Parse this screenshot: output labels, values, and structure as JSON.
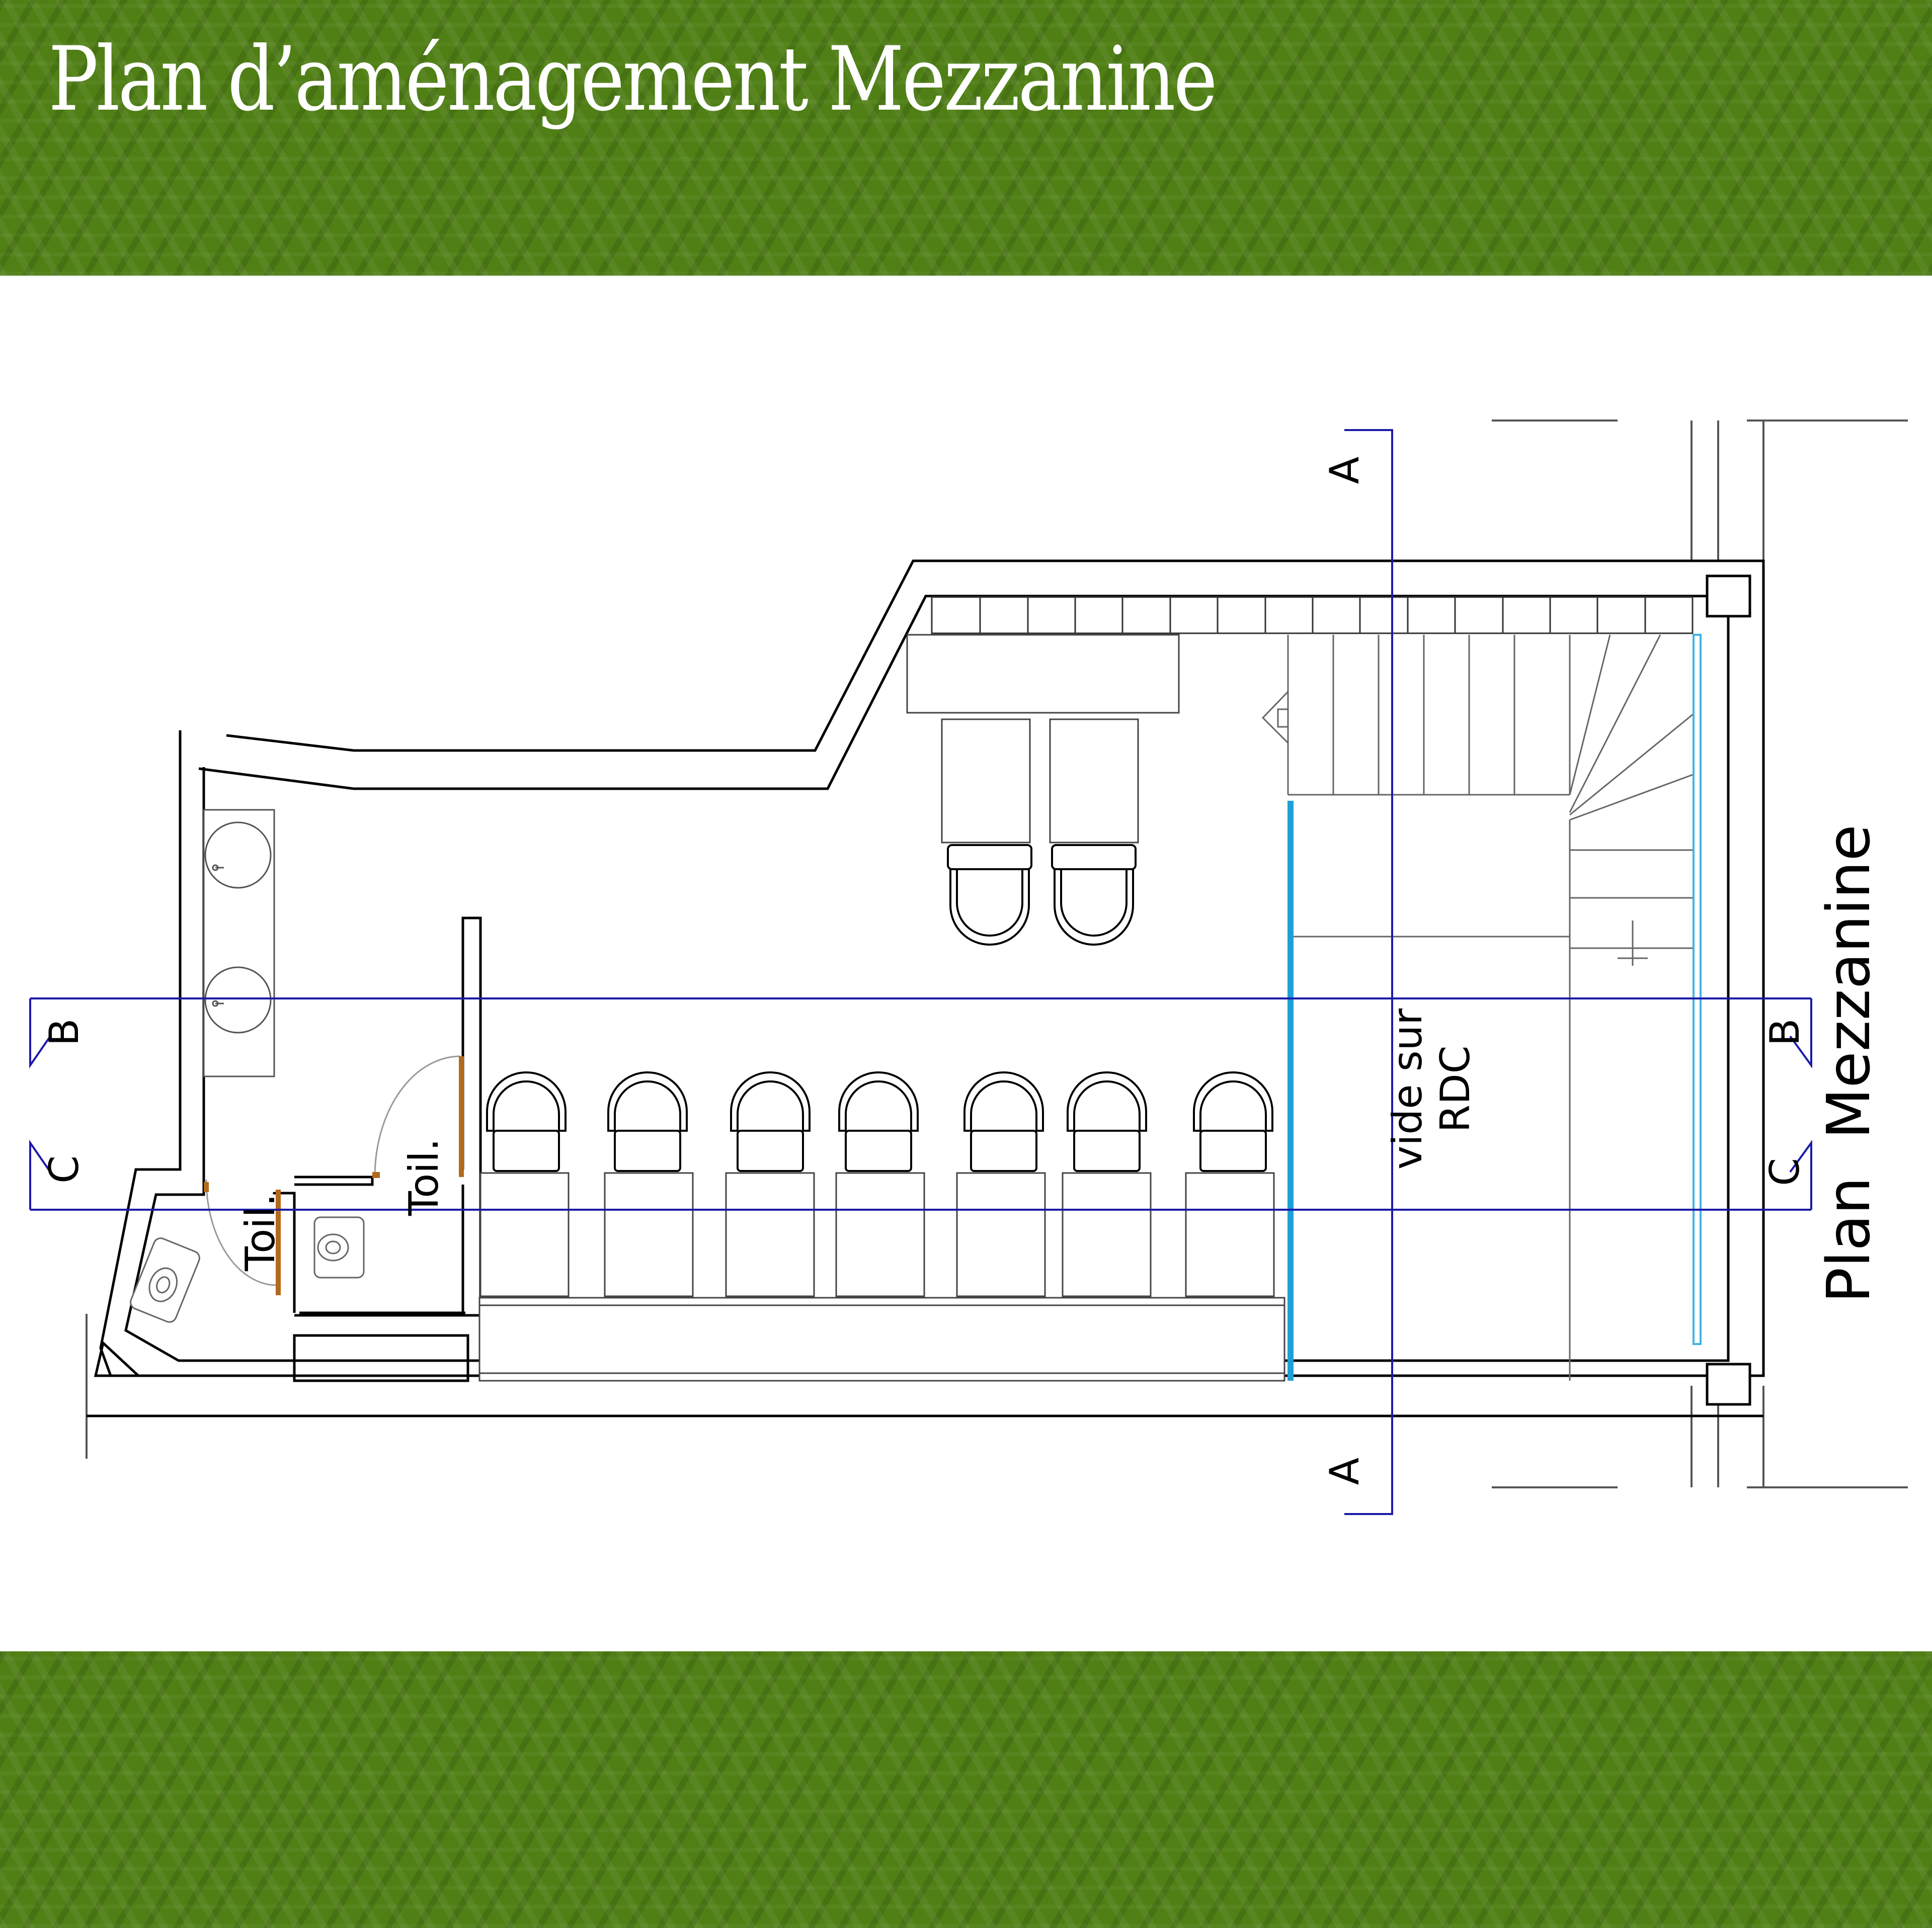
{
  "header": {
    "title": "Plan d’aménagement Mezzanine"
  },
  "plan": {
    "room_labels": {
      "toilet_left": "Toil.",
      "toilet_right": "Toil.",
      "void": {
        "line1": "vide sur",
        "line2": "RDC"
      }
    },
    "side_label": "Plan  Mezzanine",
    "sections": {
      "a_top": "A",
      "a_bottom": "A",
      "b_left": "B",
      "b_right": "B",
      "c_left": "C",
      "c_right": "C"
    }
  },
  "colors": {
    "band_green": "#4f7f15",
    "title_text": "#ffffff",
    "wall_lines": "#000000",
    "section_lines": "#1a1aa8",
    "glass_railing": "#1e9fd6",
    "doors": "#b26a1c",
    "furniture_lines": "#444444"
  }
}
